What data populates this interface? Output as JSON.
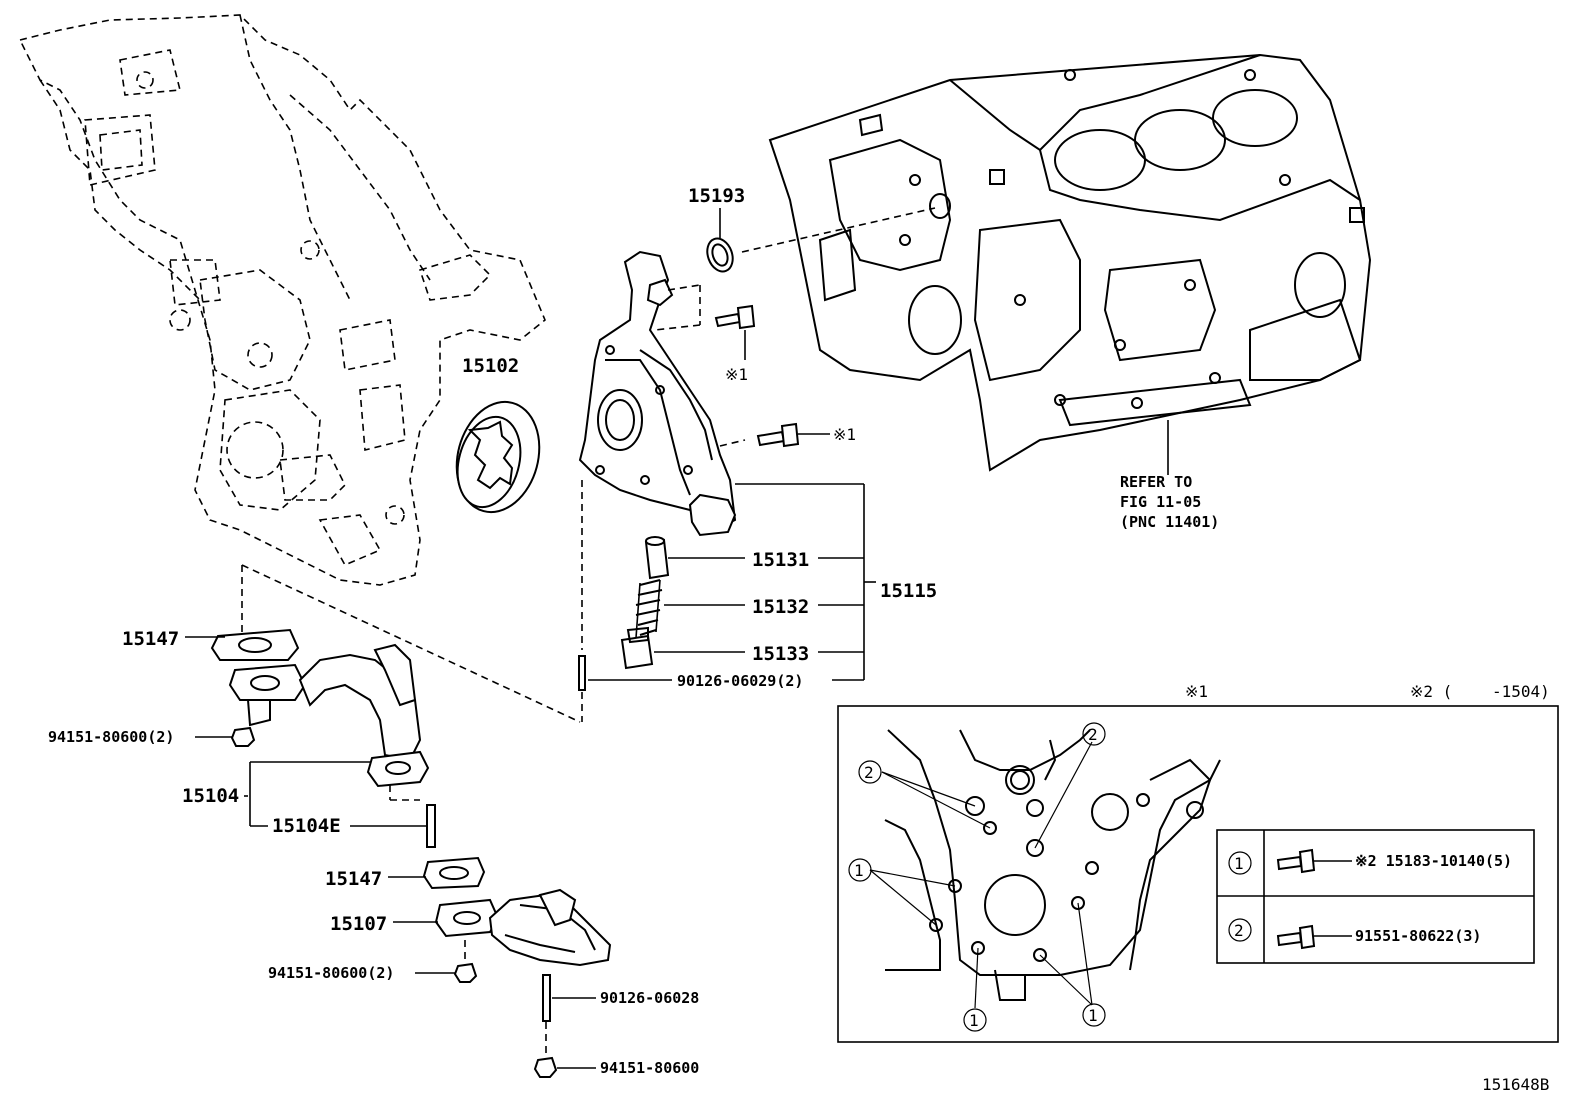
{
  "labels": {
    "p15193": "15193",
    "p15102": "15102",
    "p15131": "15131",
    "p15132": "15132",
    "p15133": "15133",
    "p15115": "15115",
    "p90126_06029": "90126-06029(2)",
    "p15147_top": "15147",
    "p94151_top": "94151-80600(2)",
    "p15104": "15104",
    "p15104E": "15104E",
    "p15147_bot": "15147",
    "p15107": "15107",
    "p94151_mid": "94151-80600(2)",
    "p90126_06028": "90126-06028",
    "p94151_bot": "94151-80600",
    "mark1_a": "※1",
    "mark1_b": "※1"
  },
  "refer": {
    "line1": "REFER TO",
    "line2": "FIG 11-05",
    "line3": "(PNC 11401)"
  },
  "inset": {
    "mark1": "※1",
    "mark2": "※2 (",
    "mark2_end": "-1504)",
    "callout1": "1",
    "callout2": "2",
    "legend": [
      {
        "num": "1",
        "part": "※2 15183-10140(5)"
      },
      {
        "num": "2",
        "part": "91551-80622(3)"
      }
    ]
  },
  "figure_id": "151648B"
}
